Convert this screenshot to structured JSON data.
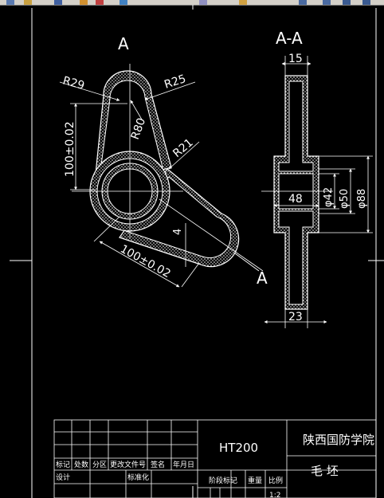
{
  "section_labels": {
    "cut_mark_top": "A",
    "cut_mark_bottom": "A",
    "section_title": "A-A"
  },
  "plan_dims": {
    "r_left": "R29",
    "r_right": "R25",
    "r_center": "R80",
    "r_small": "R21",
    "dist_vertical": "100±0.02",
    "dist_diagonal": "100±0.02",
    "thickness": "4"
  },
  "section_dims": {
    "top_width": "15",
    "hub_depth": "48",
    "d1": "φ42",
    "d2": "φ50",
    "d3": "φ88",
    "bottom_width": "23"
  },
  "title_block": {
    "material": "HT200",
    "school": "陕西国防学院",
    "part_name": "毛  坯",
    "row_labels": [
      "标记",
      "处数",
      "分区",
      "更改文件号",
      "签名",
      "年月日"
    ],
    "design": "设计",
    "standardize": "标准化",
    "stage_mark": "阶段标记",
    "weight": "重量",
    "scale": "比例",
    "scale_value": "1:2"
  },
  "colors": {
    "background": "#000000",
    "lines": "#ffffff",
    "toolbar": "#d4d0c8"
  }
}
